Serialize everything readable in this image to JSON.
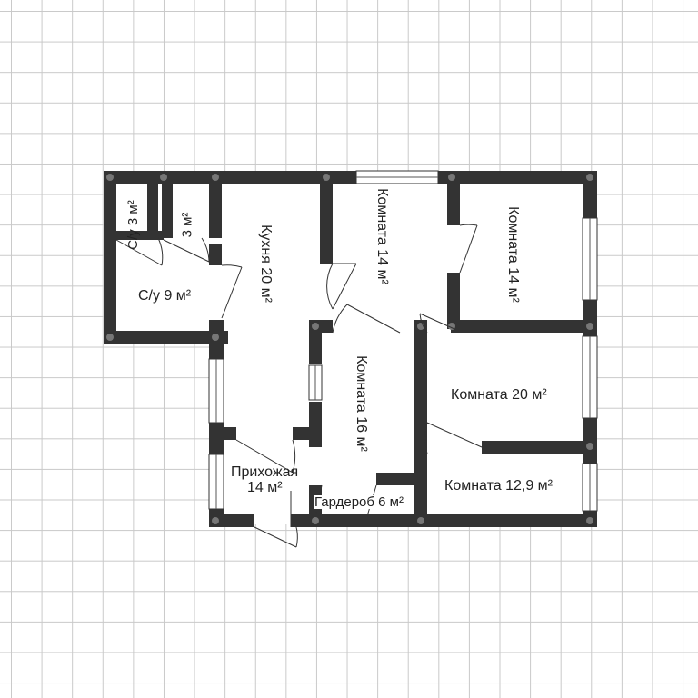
{
  "rooms": {
    "su_small": "С/у 3 м²",
    "closet_small": "3 м²",
    "su_large": "С/у 9 м²",
    "kitchen": "Кухня 20 м²",
    "room_top_mid": "Комната 14 м²",
    "room_top_right": "Комната 14 м²",
    "room_center": "Комната 16 м²",
    "room_right_mid": "Комната 20 м²",
    "room_bottom_right": "Комната 12,9 м²",
    "hallway": "Прихожая",
    "hallway_area": "14 м²",
    "wardrobe": "Гардероб 6 м²"
  },
  "colors": {
    "wall": "#333333",
    "grid": "#c9c9c9",
    "background": "#ffffff"
  }
}
